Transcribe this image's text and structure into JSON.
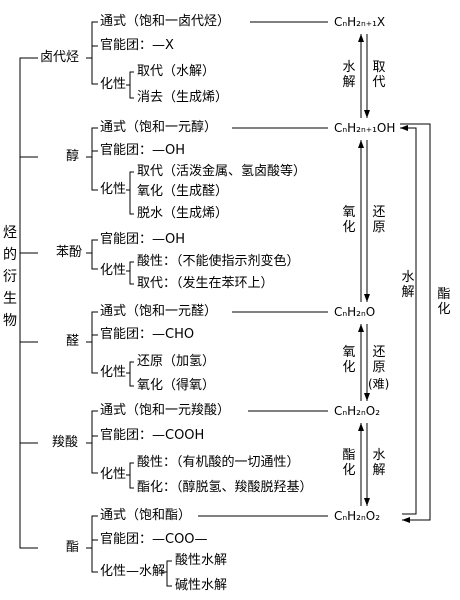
{
  "root": "烃的衍生物",
  "categories": [
    {
      "name": "卤代烃",
      "general": "通式（饱和一卤代烃）",
      "group": "官能团：—X",
      "prop_label": "化性",
      "props": [
        "取代（水解）",
        "消去（生成烯）"
      ]
    },
    {
      "name": "醇",
      "general": "通式（饱和一元醇）",
      "group": "官能团：—OH",
      "prop_label": "化性",
      "props": [
        "取代（活泼金属、氢卤酸等）",
        "氧化（生成醛）",
        "脱水（生成烯）"
      ]
    },
    {
      "name": "苯酚",
      "group": "官能团：—OH",
      "prop_label": "化性",
      "props": [
        "酸性：（不能使指示剂变色）",
        "取代：（发生在苯环上）"
      ]
    },
    {
      "name": "醛",
      "general": "通式（饱和一元醛）",
      "group": "官能团：—CHO",
      "prop_label": "化性",
      "props": [
        "还原（加氢）",
        "氧化（得氧）"
      ]
    },
    {
      "name": "羧酸",
      "general": "通式（饱和一元羧酸）",
      "group": "官能团：—COOH",
      "prop_label": "化性",
      "props": [
        "酸性：（有机酸的一切通性）",
        "酯化：（醇脱氢、羧酸脱羟基）"
      ]
    },
    {
      "name": "酯",
      "general": "通式（饱和酯）",
      "group": "官能团：—COO—",
      "prop_label": "化性—水解",
      "props": [
        "酸性水解",
        "碱性水解"
      ]
    }
  ],
  "formulas": [
    {
      "base": "CₙH₂ₙ₊₁X"
    },
    {
      "base": "CₙH₂ₙ₊₁OH"
    },
    {
      "base": "CₙH₂ₙO"
    },
    {
      "base": "CₙH₂ₙO₂"
    },
    {
      "base": "CₙH₂ₙO₂"
    }
  ],
  "transitions": {
    "shuijie1": "水解",
    "qudai": "取代",
    "yanghua1": "氧化",
    "huanyuan1": "还原",
    "yanghua2": "氧化",
    "huanyuan2": "还原",
    "nan": "(难)",
    "zhihua1": "酯化",
    "shuijie2": "水解",
    "shuijie3": "水解",
    "zhihua2": "酯化"
  }
}
